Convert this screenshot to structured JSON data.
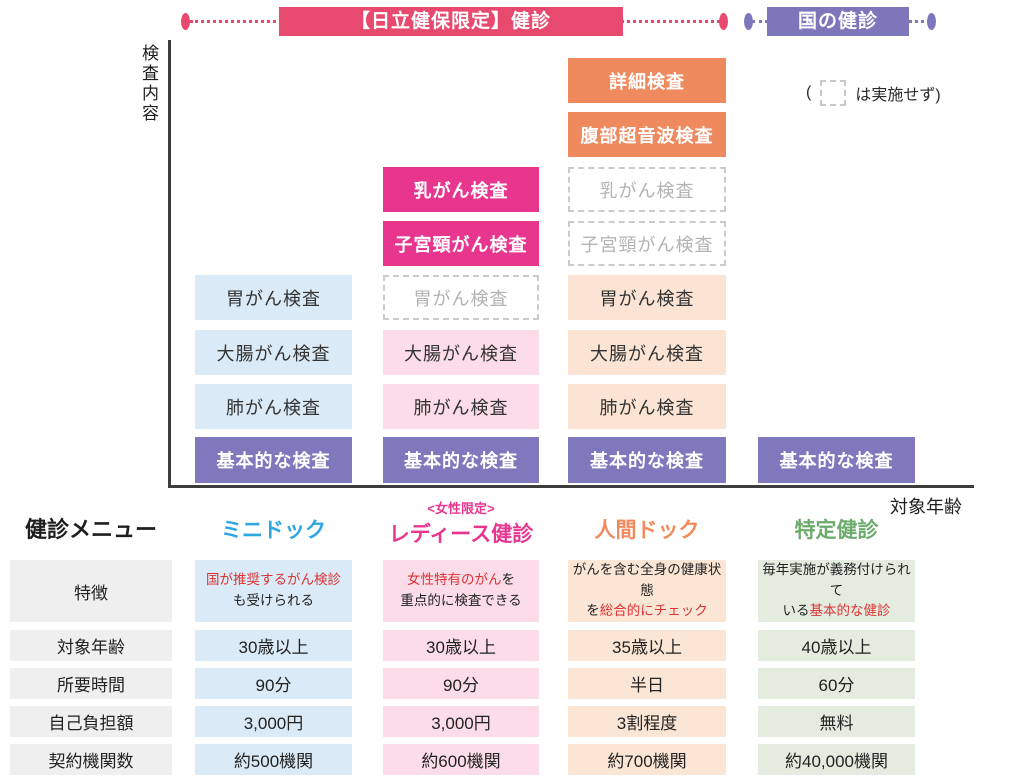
{
  "banners": {
    "hitachi": {
      "label": "【日立健保限定】健診",
      "color": "#e84a6f"
    },
    "national": {
      "label": "国の健診",
      "color": "#7d76ba"
    }
  },
  "axes": {
    "y_label": "検査内容",
    "x_label": "対象年齢"
  },
  "legend": {
    "open_paren": "(",
    "note": "は実施せず)"
  },
  "colors": {
    "pink_banner": "#e84a6f",
    "purple_banner": "#7d76ba",
    "magenta_box": "#e8368f",
    "orange_box": "#ef8a5e",
    "basic_box": "#8078bd",
    "light_blue": "#daeaf6",
    "light_pink": "#fbdce8",
    "light_orange": "#fbe4d4",
    "light_green": "#e4ecdf",
    "dashed_border": "#cbcbcb",
    "red_text": "#dd3333",
    "header_blue": "#2ea7e0",
    "header_pink": "#e8368f",
    "header_orange": "#f18a5d",
    "header_green": "#6cab6c",
    "label_gray": "#efefef"
  },
  "diagram": {
    "minidock": {
      "stomach": "胃がん検査",
      "colon": "大腸がん検査",
      "lung": "肺がん検査",
      "basic": "基本的な検査"
    },
    "ladies": {
      "breast": "乳がん検査",
      "cervical": "子宮頸がん検査",
      "stomach": "胃がん検査",
      "colon": "大腸がん検査",
      "lung": "肺がん検査",
      "basic": "基本的な検査"
    },
    "ningen": {
      "detail": "詳細検査",
      "abdominal": "腹部超音波検査",
      "breast": "乳がん検査",
      "cervical": "子宮頸がん検査",
      "stomach": "胃がん検査",
      "colon": "大腸がん検査",
      "lung": "肺がん検査",
      "basic": "基本的な検査"
    },
    "tokutei": {
      "basic": "基本的な検査"
    }
  },
  "table": {
    "menu_label": "健診メニュー",
    "headers": {
      "minidock": "ミニドック",
      "ladies_tag": "<女性限定>",
      "ladies": "レディース健診",
      "ningen": "人間ドック",
      "tokutei": "特定健診"
    },
    "rows": {
      "feature": {
        "label": "特徴",
        "minidock": {
          "l1r": "国が推奨するがん検診",
          "l2": "も受けられる"
        },
        "ladies": {
          "l1r": "女性特有のがん",
          "l1b": "を",
          "l2": "重点的に検査できる"
        },
        "ningen": {
          "l1": "がんを含む全身の健康状態",
          "l2b": "を",
          "l2r": "総合的にチェック"
        },
        "tokutei": {
          "l1": "毎年実施が義務付けられて",
          "l2b": "いる",
          "l2r": "基本的な健診"
        }
      },
      "age": {
        "label": "対象年齢",
        "minidock": "30歳以上",
        "ladies": "30歳以上",
        "ningen": "35歳以上",
        "tokutei": "40歳以上"
      },
      "time": {
        "label": "所要時間",
        "minidock": "90分",
        "ladies": "90分",
        "ningen": "半日",
        "tokutei": "60分"
      },
      "cost": {
        "label": "自己負担額",
        "minidock": "3,000円",
        "ladies": "3,000円",
        "ningen": "3割程度",
        "tokutei": "無料"
      },
      "count": {
        "label": "契約機関数",
        "minidock": "約500機関",
        "ladies": "約600機関",
        "ningen": "約700機関",
        "tokutei": "約40,000機関"
      }
    }
  }
}
